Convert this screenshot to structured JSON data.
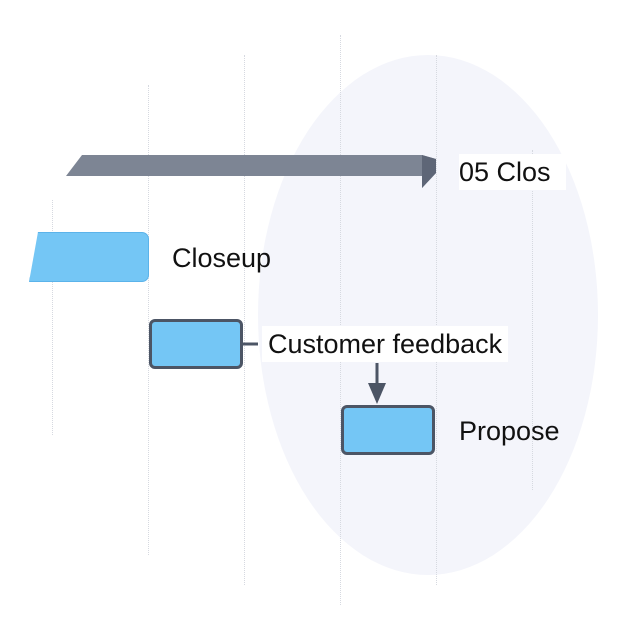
{
  "chart": {
    "summary_task": {
      "label": "05 Clos"
    },
    "tasks": [
      {
        "label": "Closeup"
      },
      {
        "label": "Customer feedback"
      },
      {
        "label": "Propose"
      }
    ]
  },
  "colors": {
    "task_fill": "#74c6f5",
    "task_border": "#4c5565",
    "summary_fill": "#7d8594",
    "summary_edge": "#5e6677",
    "gridline": "#d6d9e0",
    "background_highlight": "#f4f5fb"
  }
}
